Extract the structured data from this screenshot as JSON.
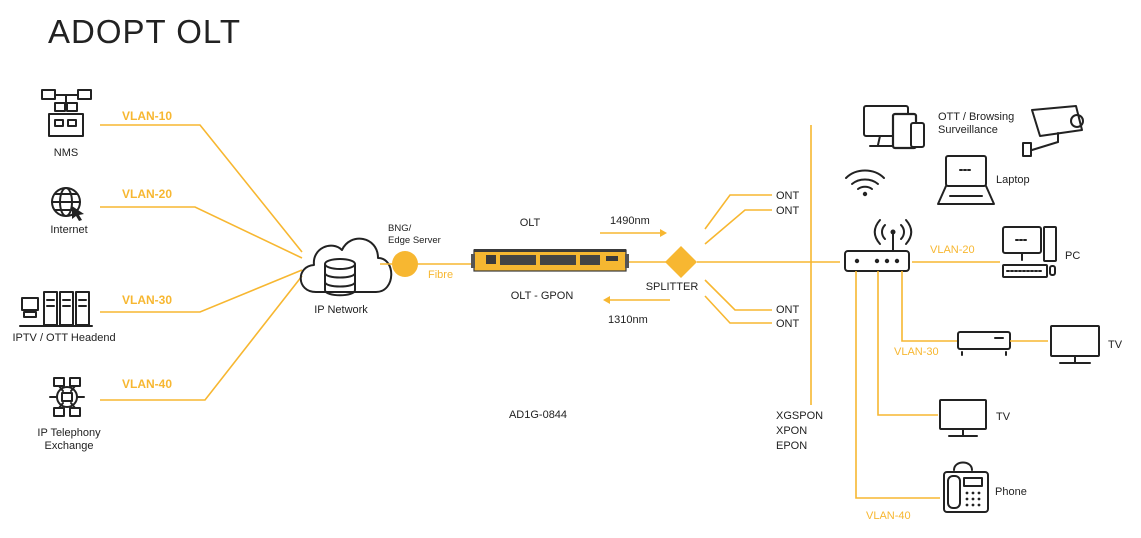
{
  "title": "ADOPT OLT",
  "colors": {
    "accent": "#f7b731",
    "ink": "#222222"
  },
  "left_sources": [
    {
      "icon": "nms-network-icon",
      "label": "NMS",
      "vlan": "VLAN-10"
    },
    {
      "icon": "globe-cursor-icon",
      "label": "Internet",
      "vlan": "VLAN-20"
    },
    {
      "icon": "server-rack-icon",
      "label": "IPTV / OTT Headend",
      "vlan": "VLAN-30"
    },
    {
      "icon": "telephony-exchange-icon",
      "label_line1": "IP Telephony",
      "label_line2": "Exchange",
      "vlan": "VLAN-40"
    }
  ],
  "ip_network": {
    "icon": "cloud-database-icon",
    "label": "IP Network"
  },
  "bng": {
    "line1": "BNG/",
    "line2": "Edge Server",
    "link": "Fibre"
  },
  "olt": {
    "label_top": "OLT",
    "label_bottom": "OLT - GPON",
    "model": "AD1G-0844"
  },
  "wavelengths": {
    "down": "1490nm",
    "up": "1310nm"
  },
  "splitter": {
    "label": "SPLITTER"
  },
  "onts": [
    "ONT",
    "ONT",
    "ONT",
    "ONT"
  ],
  "pon_types": [
    "XGSPON",
    "XPON",
    "EPON"
  ],
  "devices": {
    "ott_line1": "OTT / Browsing",
    "ott_line2": "Surveillance",
    "laptop": "Laptop",
    "pc": "PC",
    "tv1": "TV",
    "tv2": "TV",
    "phone": "Phone"
  },
  "right_vlans": {
    "pc": "VLAN-20",
    "settop": "VLAN-30",
    "phone": "VLAN-40"
  }
}
